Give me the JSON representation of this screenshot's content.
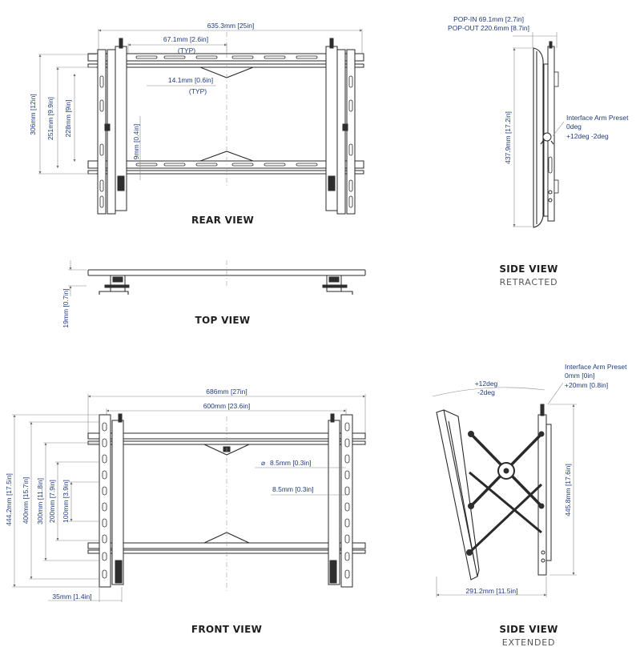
{
  "colors": {
    "dimension_text": "#1f3a7a",
    "drawing_line": "#2a2a2a",
    "dimension_line": "#8a8a8a"
  },
  "rear_view": {
    "title": "REAR VIEW",
    "width": "635.3mm  [25in]",
    "slot_pitch": "67.1mm  [2.6in]",
    "slot_pitch_note": "(TYP)",
    "slot_width": "14.1mm  [0.6in]",
    "slot_width_note": "(TYP)",
    "height_total": "306mm  [12in]",
    "height_outer": "251mm  [9.9in]",
    "height_inner": "228mm  [9in]",
    "height_small": "9mm  [0.4in]"
  },
  "side_view_retracted": {
    "title": "SIDE VIEW",
    "subtitle": "RETRACTED",
    "pop_in": "POP-IN 69.1mm  [2.7in]",
    "pop_out": "POP-OUT 220.6mm [8.7in]",
    "height": "437.9mm  [17.2in]",
    "preset_label": "Interface Arm Preset",
    "preset_line1": "0deg",
    "preset_line2": "+12deg -2deg"
  },
  "top_view": {
    "title": "TOP VIEW",
    "depth": "19mm  [0.7in]"
  },
  "front_view": {
    "title": "FRONT VIEW",
    "width_outer": "686mm  [27in]",
    "width_inner": "600mm  [23.6in]",
    "hole_dia": "8.5mm  [0.3in]",
    "slot_width": "8.5mm  [0.3in]",
    "height_total": "444.2mm  [17.5in]",
    "v400": "400mm  [15.7in]",
    "v300": "300mm  [11.8in]",
    "v200": "200mm  [7.9in]",
    "v100": "100mm  [3.9in]",
    "offset": "35mm  [1.4in]"
  },
  "side_view_extended": {
    "title": "SIDE VIEW",
    "subtitle": "EXTENDED",
    "tilt_line1": "+12deg",
    "tilt_line2": "-2deg",
    "preset_label": "Interface Arm Preset",
    "preset_line1": "0mm  [0in]",
    "preset_line2": "+20mm  [0.8in]",
    "height": "445.8mm  [17.6in]",
    "depth": "291.2mm  [11.5in]"
  }
}
